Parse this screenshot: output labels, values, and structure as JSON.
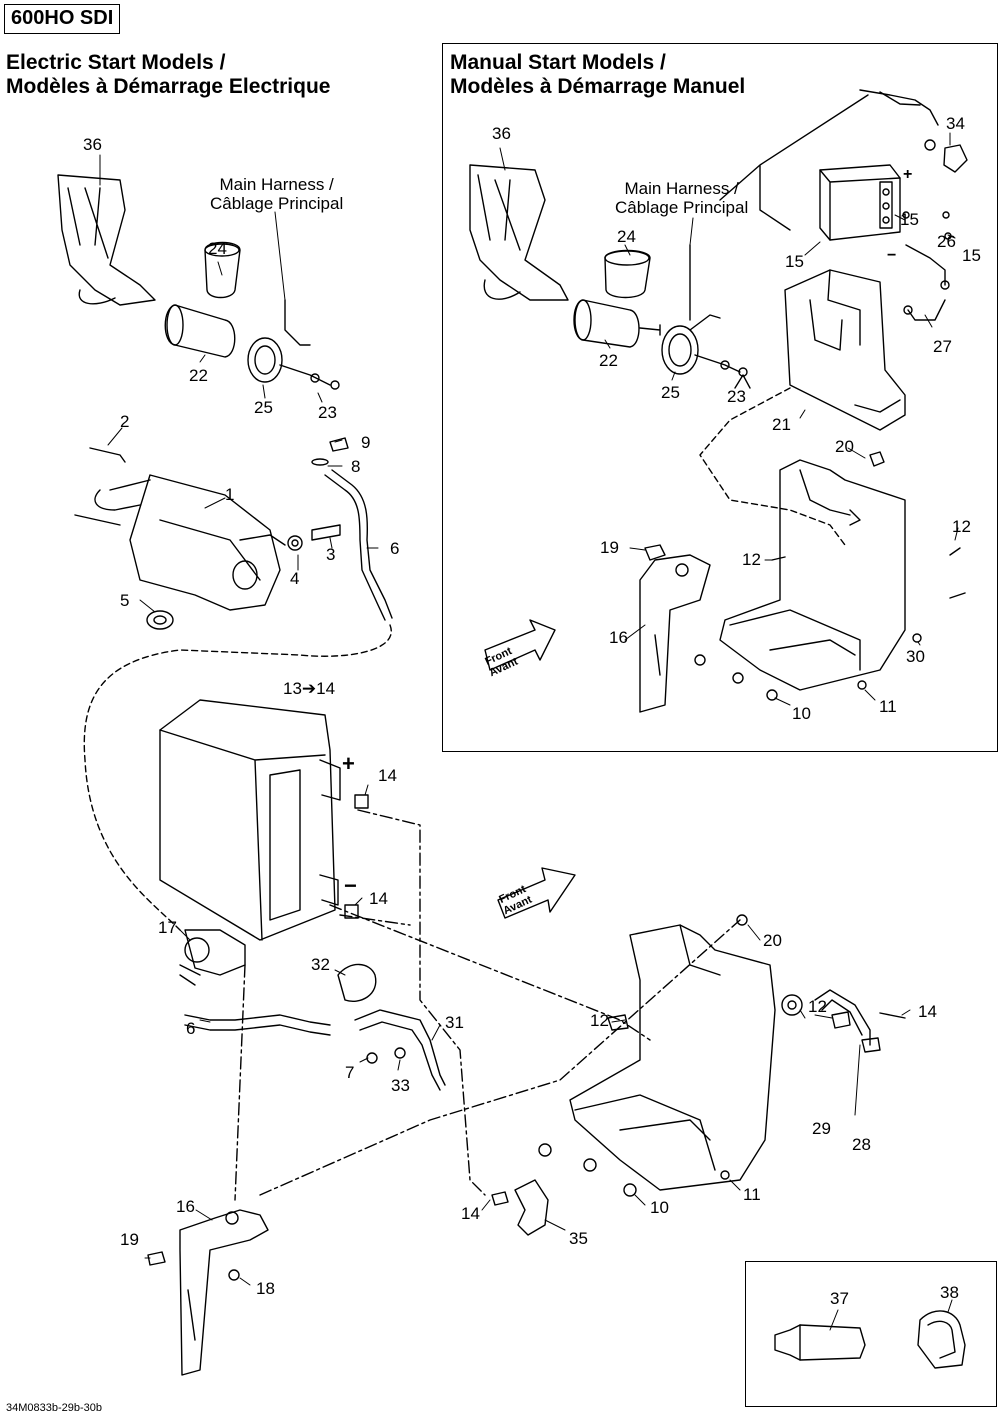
{
  "model": "600HO SDI",
  "drawing_code": "34M0833b-29b-30b",
  "sections": {
    "electric": {
      "title_en": "Electric Start Models /",
      "title_fr": "Modèles à Démarrage Electrique"
    },
    "manual": {
      "title_en": "Manual Start Models /",
      "title_fr": "Modèles à Démarrage Manuel"
    }
  },
  "harness": {
    "line1": "Main Harness /",
    "line2": "Câblage Principal"
  },
  "front": {
    "en": "Front",
    "fr": "Avant"
  },
  "polarity": {
    "plus": "+",
    "minus": "−"
  },
  "callouts": {
    "electric": {
      "c36": "36",
      "c24": "24",
      "c22": "22",
      "c25": "25",
      "c23": "23",
      "c2": "2",
      "c9": "9",
      "c8": "8",
      "c1": "1",
      "c3": "3",
      "c4": "4",
      "c6a": "6",
      "c5": "5",
      "c13_14": "13➔14",
      "c14a": "14",
      "c14b": "14",
      "c17": "17",
      "c32": "32",
      "c6b": "6",
      "c31": "31",
      "c7": "7",
      "c33": "33",
      "c20": "20",
      "c12a": "12",
      "c12b": "12",
      "c14c": "14",
      "c29": "29",
      "c28": "28",
      "c11": "11",
      "c10": "10",
      "c14d": "14",
      "c35": "35",
      "c16": "16",
      "c19": "19",
      "c18": "18"
    },
    "manual": {
      "c36": "36",
      "c24": "24",
      "c22": "22",
      "c25": "25",
      "c23": "23",
      "c34": "34",
      "c15a": "15",
      "c15b": "15",
      "c15c": "15",
      "c26": "26",
      "c27": "27",
      "c21": "21",
      "c20": "20",
      "c19": "19",
      "c12a": "12",
      "c12b": "12",
      "c16": "16",
      "c30": "30",
      "c10": "10",
      "c11": "11"
    },
    "inset": {
      "c37": "37",
      "c38": "38"
    }
  }
}
